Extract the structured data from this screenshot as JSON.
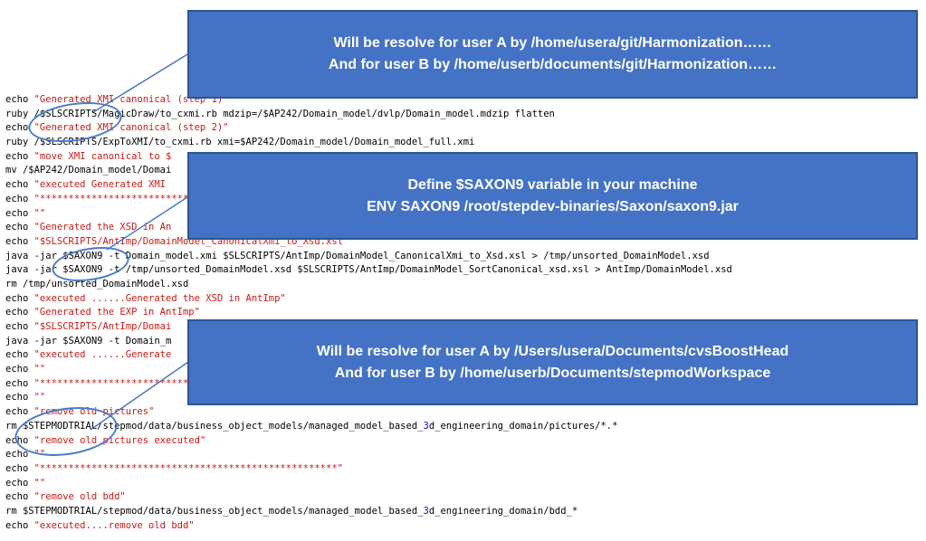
{
  "annotations": {
    "accent_fill": "#4472c4",
    "accent_border": "#2f5496",
    "text_color": "#ffffff",
    "ellipse_stroke": "#4a7cc7",
    "boxes": [
      {
        "line1": "Will be resolve for user A by /home/usera/git/Harmonization……",
        "line2": "And for user B by /home/userb/documents/git/Harmonization……"
      },
      {
        "line1": "Define $SAXON9 variable in your machine",
        "line2": "ENV SAXON9 /root/stepdev-binaries/Saxon/saxon9.jar"
      },
      {
        "line1": "Will be resolve for user A by /Users/usera/Documents/cvsBoostHead",
        "line2": "And for user B by /home/userb/Documents/stepmodWorkspace"
      }
    ],
    "circled_tokens": [
      "/$SLSCRIPTS",
      "$SAXON9",
      "$STEPMODTRIAL"
    ]
  },
  "code": {
    "colors": {
      "default": "#000000",
      "string": "#c41a16",
      "number": "#1c00cf"
    },
    "lines": [
      [
        [
          "k",
          "echo "
        ],
        [
          "r",
          "\"Generated XMI canonical (step 1)\""
        ]
      ],
      [
        [
          "k",
          "ruby /$SLSCRIPTS/MagicDraw/to_cxmi.rb mdzip=/$AP242/Domain_model/dvlp/Domain_model.mdzip flatten"
        ]
      ],
      [
        [
          "k",
          "echo "
        ],
        [
          "r",
          "\"Generated XMI canonical (step 2)\""
        ]
      ],
      [
        [
          "k",
          "ruby /$SLSCRIPTS/ExpToXMI/to_cxmi.rb xmi=$AP242/Domain_model/Domain_model_full.xmi"
        ]
      ],
      [
        [
          "k",
          "echo "
        ],
        [
          "r",
          "\"move XMI canonical to $"
        ]
      ],
      [
        [
          "k",
          "mv /$AP242/Domain_model/Domai"
        ]
      ],
      [
        [
          "k",
          "echo "
        ],
        [
          "r",
          "\"executed Generated XMI "
        ]
      ],
      [
        [
          "k",
          "echo "
        ],
        [
          "r",
          "\"**************************"
        ]
      ],
      [
        [
          "k",
          "echo "
        ],
        [
          "r",
          "\"\""
        ]
      ],
      [
        [
          "k",
          "echo "
        ],
        [
          "r",
          "\"Generated the XSD in An"
        ]
      ],
      [
        [
          "k",
          "echo "
        ],
        [
          "r",
          "\"$SLSCRIPTS/AntImp/DomainModel_CanonicalXmi_to_Xsd.xsl\""
        ]
      ],
      [
        [
          "k",
          "java -jar $SAXON9 -t Domain_model.xmi $SLSCRIPTS/AntImp/DomainModel_CanonicalXmi_to_Xsd.xsl > /tmp/unsorted_DomainModel.xsd"
        ]
      ],
      [
        [
          "k",
          "java -jar $SAXON9 -t /tmp/unsorted_DomainModel.xsd $SLSCRIPTS/AntImp/DomainModel_SortCanonical_xsd.xsl > AntImp/DomainModel.xsd"
        ]
      ],
      [
        [
          "k",
          "rm /tmp/unsorted_DomainModel.xsd"
        ]
      ],
      [
        [
          "k",
          "echo "
        ],
        [
          "r",
          "\"executed ......Generated the XSD in AntImp\""
        ]
      ],
      [
        [
          "k",
          "echo "
        ],
        [
          "r",
          "\"Generated the EXP in AntImp\""
        ]
      ],
      [
        [
          "k",
          "echo "
        ],
        [
          "r",
          "\"$SLSCRIPTS/AntImp/Domai"
        ]
      ],
      [
        [
          "k",
          "java -jar $SAXON9 -t Domain_m"
        ]
      ],
      [
        [
          "k",
          "echo "
        ],
        [
          "r",
          "\"executed ......Generate"
        ]
      ],
      [
        [
          "k",
          "echo "
        ],
        [
          "r",
          "\"\""
        ]
      ],
      [
        [
          "k",
          "echo "
        ],
        [
          "r",
          "\"**************************"
        ]
      ],
      [
        [
          "k",
          "echo "
        ],
        [
          "r",
          "\"\""
        ]
      ],
      [
        [
          "k",
          "echo "
        ],
        [
          "r",
          "\"remove old pictures\""
        ]
      ],
      [
        [
          "k",
          "rm $STEPMODTRIAL/stepmod/data/business_object_models/managed_model_based_"
        ],
        [
          "b",
          "3"
        ],
        [
          "k",
          "d_engineering_domain/pictures/*.*"
        ]
      ],
      [
        [
          "k",
          "echo "
        ],
        [
          "r",
          "\"remove old pictures executed\""
        ]
      ],
      [
        [
          "k",
          "echo "
        ],
        [
          "r",
          "\"\""
        ]
      ],
      [
        [
          "k",
          "echo "
        ],
        [
          "r",
          "\"****************************************************\""
        ]
      ],
      [
        [
          "k",
          "echo "
        ],
        [
          "r",
          "\"\""
        ]
      ],
      [
        [
          "k",
          "echo "
        ],
        [
          "r",
          "\"remove old bdd\""
        ]
      ],
      [
        [
          "k",
          "rm $STEPMODTRIAL/stepmod/data/business_object_models/managed_model_based_"
        ],
        [
          "b",
          "3"
        ],
        [
          "k",
          "d_engineering_domain/bdd_*"
        ]
      ],
      [
        [
          "k",
          "echo "
        ],
        [
          "r",
          "\"executed....remove old bdd\""
        ]
      ]
    ]
  }
}
